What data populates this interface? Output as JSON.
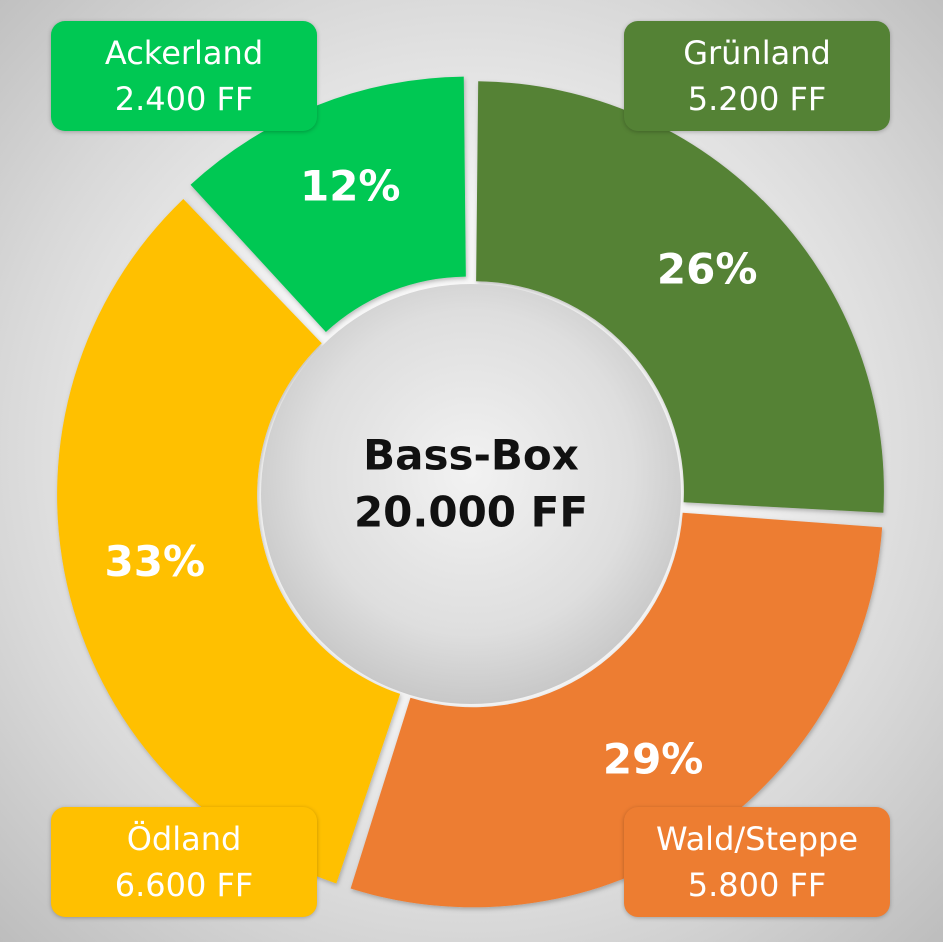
{
  "chart_data": {
    "type": "pie",
    "center": {
      "line1": "Bass-Box",
      "line2": "20.000 FF"
    },
    "slices": [
      {
        "name": "Grünland",
        "value_label": "5.200 FF",
        "percent": 26,
        "percent_label": "26%",
        "color": "#548235"
      },
      {
        "name": "Wald/Steppe",
        "value_label": "5.800 FF",
        "percent": 29,
        "percent_label": "29%",
        "color": "#ED7D31"
      },
      {
        "name": "Ödland",
        "value_label": "6.600 FF",
        "percent": 33,
        "percent_label": "33%",
        "color": "#FFC000"
      },
      {
        "name": "Ackerland",
        "value_label": "2.400 FF",
        "percent": 12,
        "percent_label": "12%",
        "color": "#00C853"
      }
    ]
  }
}
